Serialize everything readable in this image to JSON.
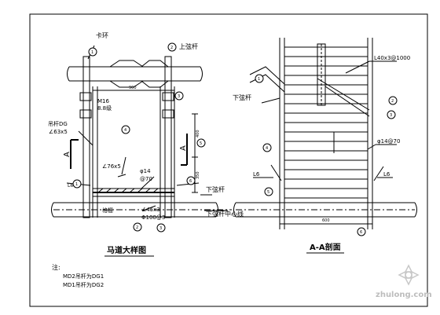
{
  "labels": {
    "clamp_ring": "卡环",
    "top_chord_left": "上弦杆",
    "bolt_m16": "M16",
    "bolt_grade": "8.8级",
    "hanger_rod": "吊杆DG",
    "hanger_angle": "∠63x5",
    "angle_76x5": "∠76x5",
    "dim_phi14": "φ14",
    "dim_phi70": "@70",
    "angle_45x3": "∠45x3",
    "dim_phi1003": "Φ100@3",
    "grating": "格栅",
    "bottom_chord_mid": "下弦杆",
    "bottom_chord_center": "下弦杆中心线",
    "angle_l40": "L40x3@1000",
    "bottom_chord_right": "下弦杆",
    "dim_phi14_at70": "φ14@70",
    "section_mark": "A",
    "detail_1_num": "1",
    "detail_2_num": "2",
    "detail_3_num": "3",
    "detail_4_num": "4",
    "detail_5_num": "5",
    "detail_6_num": "6",
    "detail_ref": "-G-",
    "l6_left": "L6",
    "l6_right": "L6",
    "dim_900": "900",
    "dim_400": "400",
    "dim_350": "350",
    "dim_600": "600",
    "dim_40": "40",
    "fig_left_title": "马道大样图",
    "fig_right_title": "A-A剖面",
    "notes_title": "注:",
    "note_1": "MD2吊杆为DG1",
    "note_2": "MD1吊杆为DG2",
    "watermark": "zhulong.com"
  }
}
